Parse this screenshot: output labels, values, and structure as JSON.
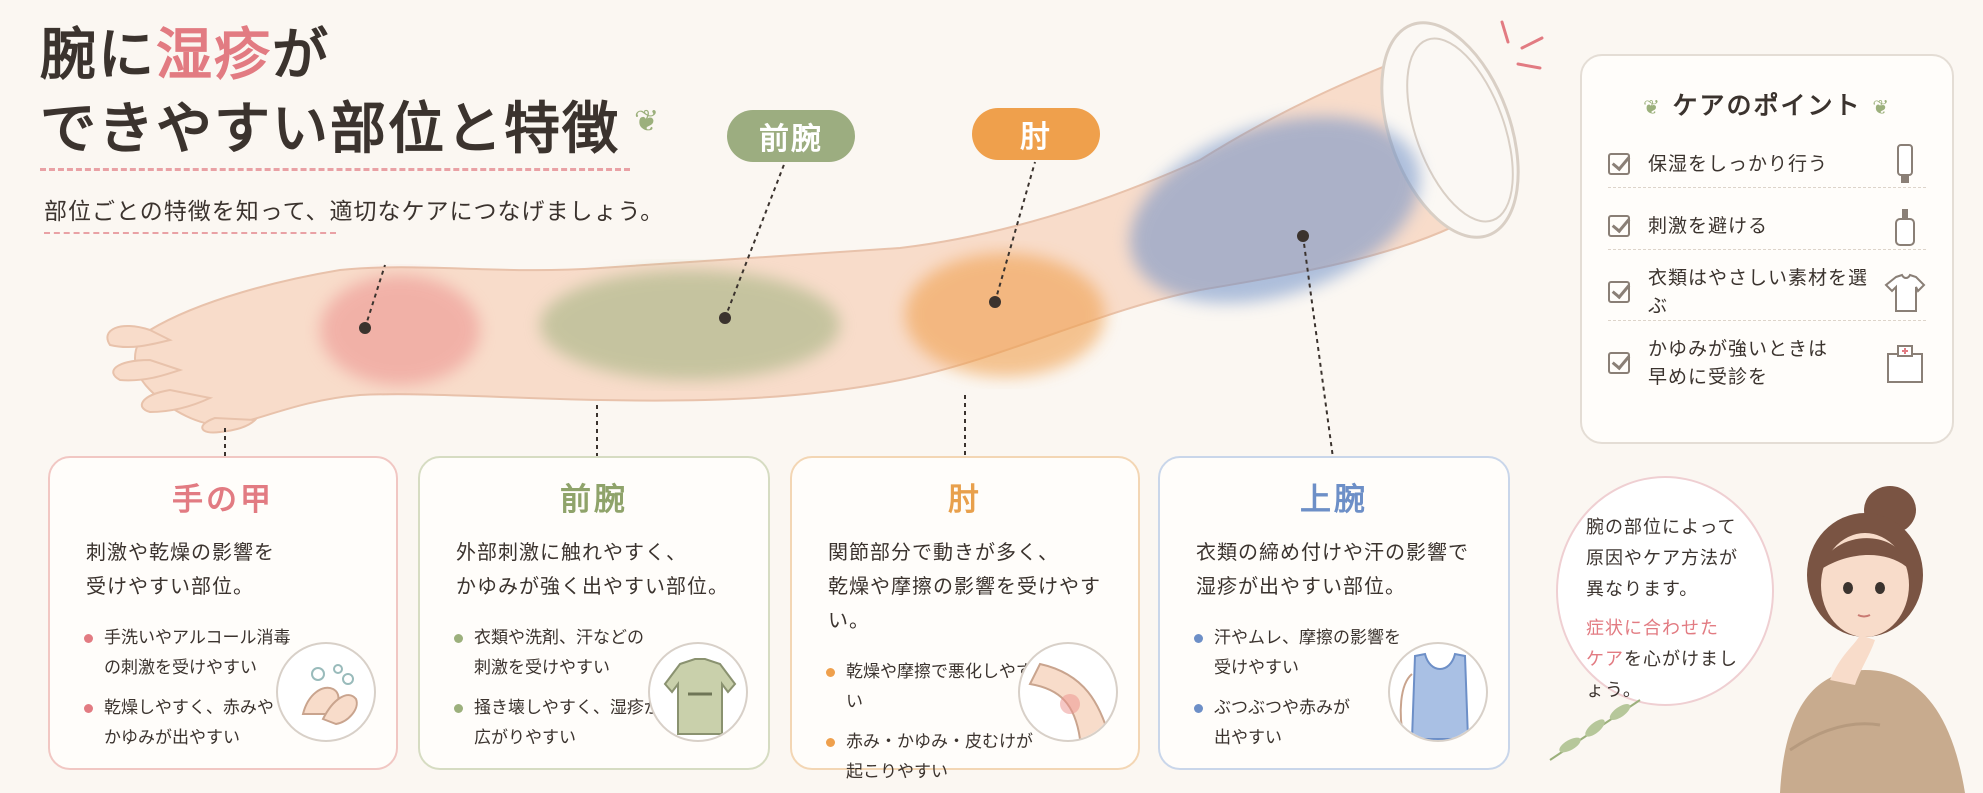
{
  "title": {
    "prefix": "腕に",
    "highlight": "湿疹",
    "suffix": "が",
    "line2": "できやすい部位と特徴"
  },
  "subtitle": "部位ごとの特徴を知って、適切なケアにつなげましょう。",
  "labels": {
    "forearm": "前腕",
    "elbow": "肘"
  },
  "cards": [
    {
      "title": "手の甲",
      "desc1": "刺激や乾燥の影響を",
      "desc2": "受けやすい部位。",
      "b1l1": "手洗いやアルコール消毒",
      "b1l2": "の刺激を受けやすい",
      "b2l1": "乾燥しやすく、赤みや",
      "b2l2": "かゆみが出やすい"
    },
    {
      "title": "前腕",
      "desc1": "外部刺激に触れやすく、",
      "desc2": "かゆみが強く出やすい部位。",
      "b1l1": "衣類や洗剤、汗などの",
      "b1l2": "刺激を受けやすい",
      "b2l1": "掻き壊しやすく、湿疹が",
      "b2l2": "広がりやすい"
    },
    {
      "title": "肘",
      "desc1": "関節部分で動きが多く、",
      "desc2": "乾燥や摩擦の影響を受けやすい。",
      "b1l1": "乾燥や摩擦で悪化しやすい",
      "b1l2": "",
      "b2l1": "赤み・かゆみ・皮むけが",
      "b2l2": "起こりやすい"
    },
    {
      "title": "上腕",
      "desc1": "衣類の締め付けや汗の影響で",
      "desc2": "湿疹が出やすい部位。",
      "b1l1": "汗やムレ、摩擦の影響を",
      "b1l2": "受けやすい",
      "b2l1": "ぶつぶつや赤みが",
      "b2l2": "出やすい"
    }
  ],
  "care": {
    "title": "ケアのポイント",
    "items": [
      {
        "l1": "保湿をしっかり行う",
        "l2": "",
        "icon": "lotion-tube-icon"
      },
      {
        "l1": "刺激を避ける",
        "l2": "",
        "icon": "pump-bottle-icon"
      },
      {
        "l1": "衣類はやさしい素材を選ぶ",
        "l2": "",
        "icon": "tshirt-icon"
      },
      {
        "l1": "かゆみが強いときは",
        "l2": "早めに受診を",
        "icon": "hospital-icon"
      }
    ]
  },
  "bubble": {
    "l1": "腕の部位によって",
    "l2": "原因やケア方法が",
    "l3": "異なります。",
    "p1": "症状に合わせた",
    "p2": "ケアを心がけましょう。"
  },
  "colors": {
    "hand": "#e27b82",
    "forearm": "#8fa36a",
    "elbow": "#e8a04c",
    "upper_arm": "#6d8fc7"
  }
}
